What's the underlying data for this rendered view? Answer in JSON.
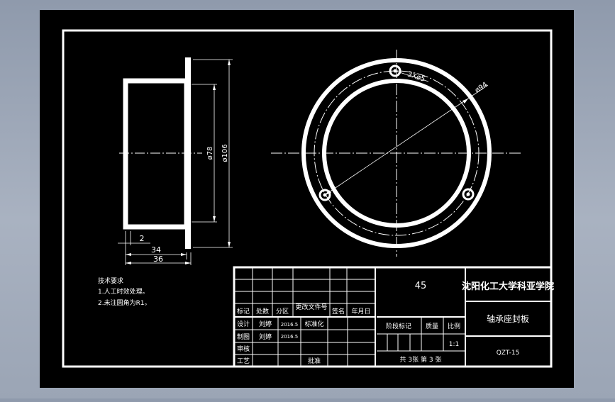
{
  "notes": {
    "title": "技术要求",
    "line1": "1.人工时效处理。",
    "line2": "2.未注圆角为R1。"
  },
  "side_view": {
    "dim_outer": "ø106",
    "dim_inner": "ø78",
    "dim_flange": "2",
    "dim_body": "34",
    "dim_total": "36"
  },
  "front_view": {
    "dim_hole": "3Xø5",
    "dim_pcd": "ø94"
  },
  "title_block": {
    "material": "45",
    "school": "沈阳化工大学科亚学院",
    "part_name": "轴承座封板",
    "drawing_no": "QZT-15",
    "rev_headers": [
      "标记",
      "处数",
      "分区",
      "更改文件号",
      "签名",
      "年月日"
    ],
    "row_design": "设计",
    "designer1": "刘婷",
    "date1": "2016.5",
    "standardize": "标准化",
    "row_draw": "制图",
    "designer2": "刘婷",
    "date2": "2016.5",
    "row_check": "审核",
    "row_process": "工艺",
    "approve": "批准",
    "stage_mark": "阶段标记",
    "weight": "质量",
    "scale_label": "比例",
    "scale": "1:1",
    "sheets": "共 3张 第 3 张"
  }
}
